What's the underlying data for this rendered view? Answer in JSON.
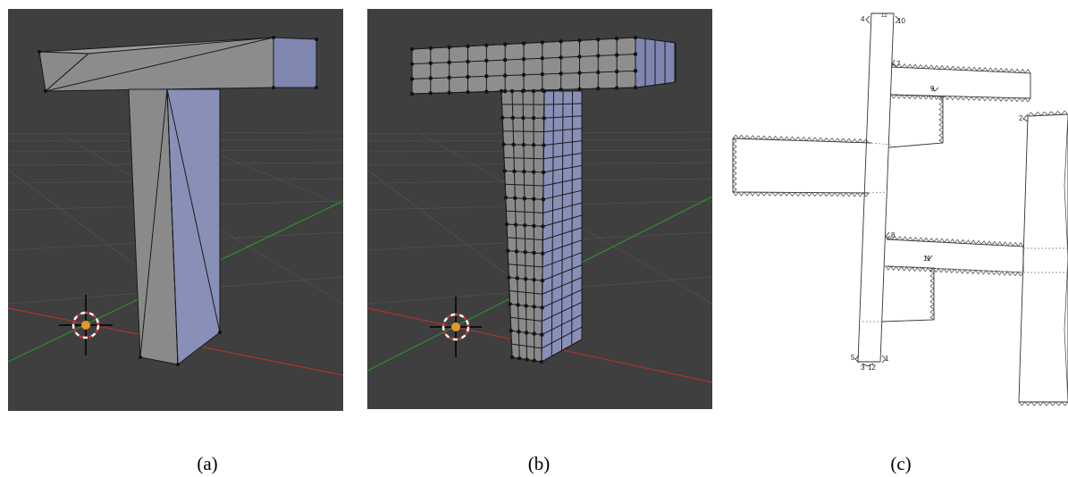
{
  "captions": {
    "a": "(a)",
    "b": "(b)",
    "c": "(c)"
  },
  "pattern_labels": {
    "n1": "1",
    "n2": "2",
    "n3": "3",
    "n4": "4",
    "n5": "5",
    "n7": "7",
    "n8": "8",
    "n9": "9",
    "n10": "10",
    "n11": "11",
    "n12": "12",
    "n12b": "12"
  },
  "colors": {
    "viewport_bg": "#3f3f3f",
    "grid_line": "#555555",
    "x_axis": "#b03030",
    "y_axis": "#2f8f2f",
    "mesh_light": "#8e8e8e",
    "mesh_dark": "#707070",
    "mesh_blue": "#8890b8",
    "pattern_line": "#444444"
  }
}
